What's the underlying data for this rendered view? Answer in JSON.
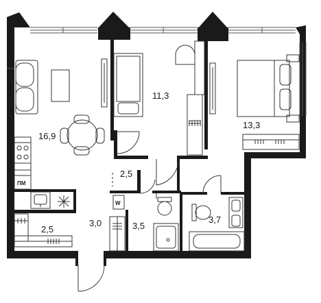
{
  "floor_plan": {
    "rooms": [
      {
        "id": "living-kitchen",
        "area": "16,9"
      },
      {
        "id": "bedroom-small",
        "area": "11,3"
      },
      {
        "id": "bedroom-large",
        "area": "13,3"
      },
      {
        "id": "hall",
        "area": "2,5"
      },
      {
        "id": "storage",
        "area": "2,5"
      },
      {
        "id": "corridor",
        "area": "3,0"
      },
      {
        "id": "bathroom",
        "area": "3,5"
      },
      {
        "id": "bathroom-2",
        "area": "3,7"
      }
    ],
    "appliance_labels": {
      "dishwasher": "ПМ",
      "washer": "W"
    },
    "colors": {
      "wall": "#1a1a1a",
      "furniture_stroke": "#333333",
      "window": "#555555",
      "background": "#ffffff"
    }
  }
}
